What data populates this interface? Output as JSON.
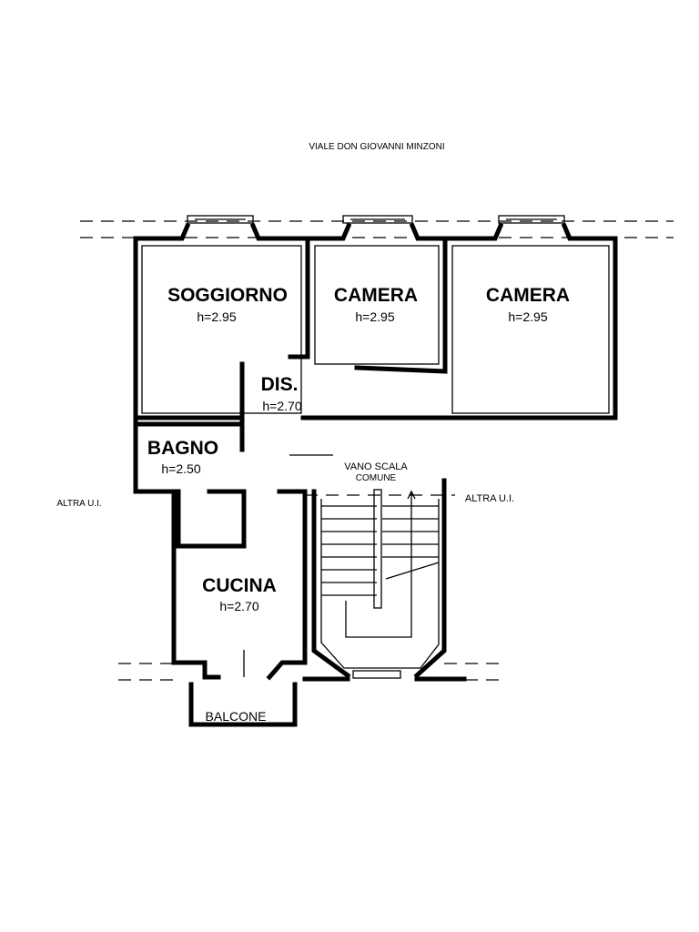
{
  "street": "VIALE DON GIOVANNI MINZONI",
  "rooms": {
    "soggiorno": {
      "name": "SOGGIORNO",
      "height": "h=2.95"
    },
    "camera1": {
      "name": "CAMERA",
      "height": "h=2.95"
    },
    "camera2": {
      "name": "CAMERA",
      "height": "h=2.95"
    },
    "dis": {
      "name": "DIS.",
      "height": "h=2.70"
    },
    "bagno": {
      "name": "BAGNO",
      "height": "h=2.50"
    },
    "cucina": {
      "name": "CUCINA",
      "height": "h=2.70"
    }
  },
  "stair": {
    "line1": "VANO SCALA",
    "line2": "COMUNE"
  },
  "neighbors": {
    "left": "ALTRA U.I.",
    "right": "ALTRA U.I."
  },
  "balcony": "BALCONE"
}
